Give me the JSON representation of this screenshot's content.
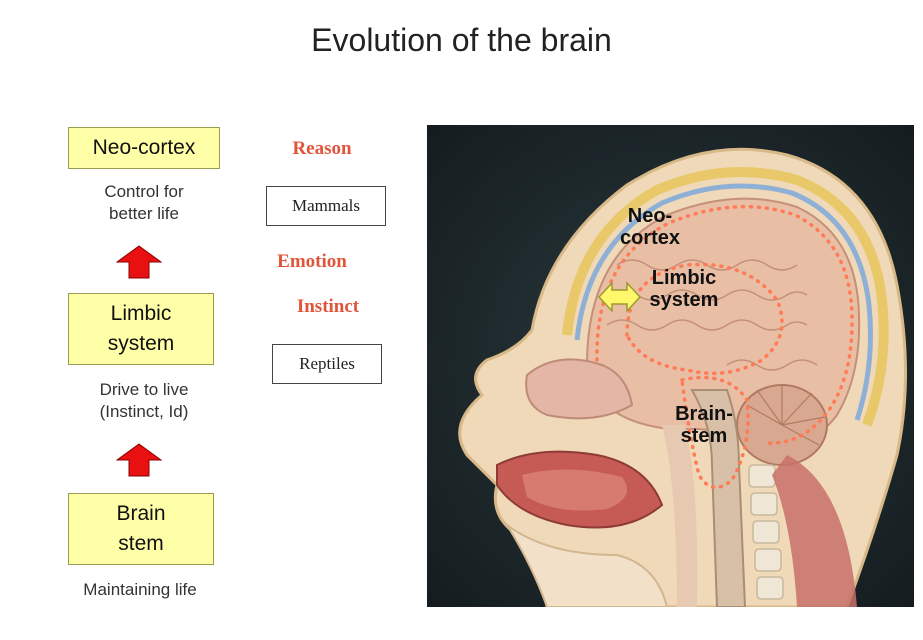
{
  "title": "Evolution of the brain",
  "left_column": {
    "neo_cortex": {
      "label": "Neo-cortex",
      "desc_line1": "Control for",
      "desc_line2": "better life"
    },
    "limbic": {
      "label_line1": "Limbic",
      "label_line2": "system",
      "desc_line1": "Drive to live",
      "desc_line2": "(Instinct, Id)"
    },
    "brain_stem": {
      "label_line1": "Brain",
      "label_line2": "stem",
      "desc": "Maintaining life"
    }
  },
  "middle_column": {
    "reason": "Reason",
    "mammals": "Mammals",
    "emotion": "Emotion",
    "instinct": "Instinct",
    "reptiles": "Reptiles"
  },
  "photo_labels": {
    "neo_line1": "Neo-",
    "neo_line2": "cortex",
    "limbic_line1": "Limbic",
    "limbic_line2": "system",
    "stem_line1": "Brain-",
    "stem_line2": "stem"
  },
  "colors": {
    "box_fill": "#ffffa8",
    "accent_red": "#e0553a",
    "arrow_red": "#e81010",
    "dotted_outline": "#ff7a55"
  }
}
